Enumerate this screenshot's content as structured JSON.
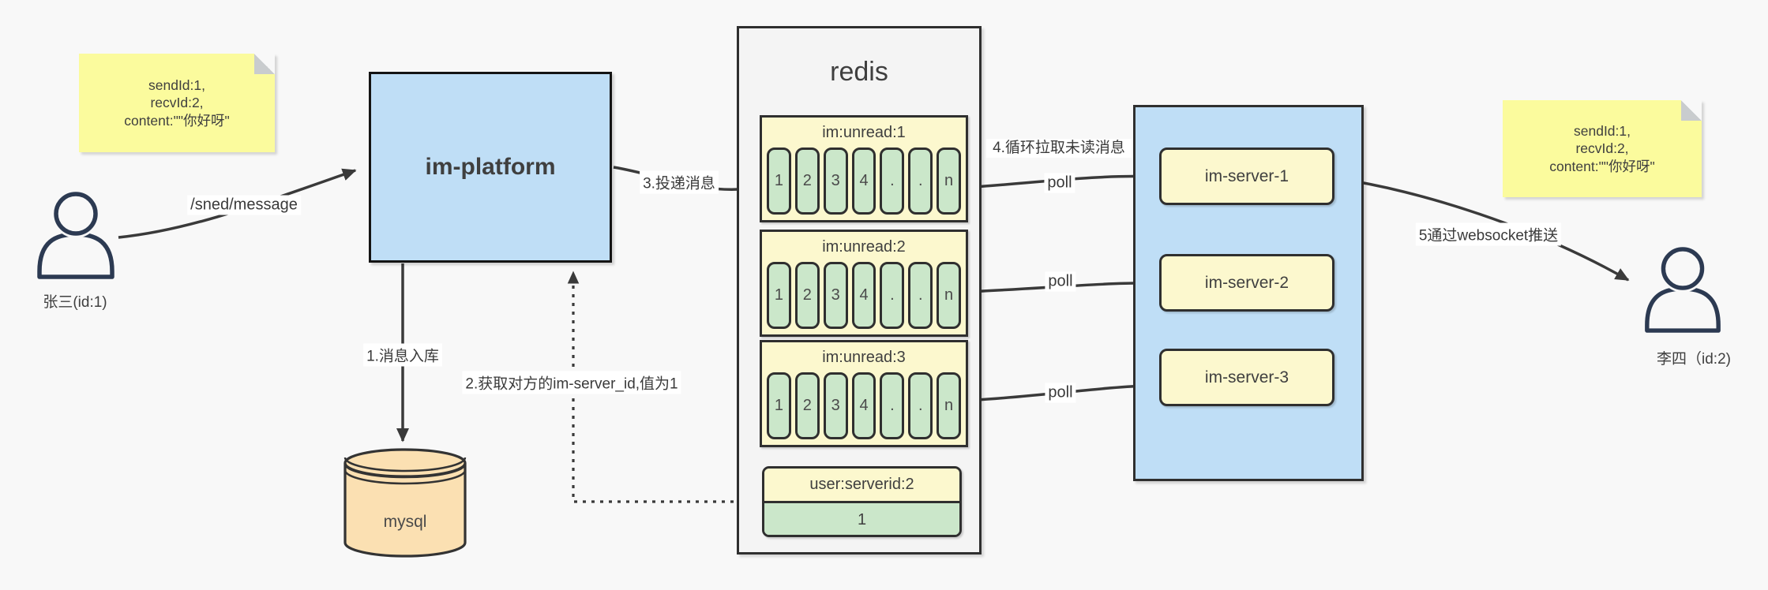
{
  "colors": {
    "canvas_bg": "#F8F8F8",
    "node_blue": "#BFDEF6",
    "note_yellow": "#FBFB9D",
    "key_yellow": "#FCF8CE",
    "value_green": "#CBE7CA",
    "db_orange": "#FBE0B2",
    "container_gray": "#F4F4F4",
    "line_dark": "#3A3A3A"
  },
  "note_left": {
    "lines": [
      "sendId:1,",
      "recvId:2,",
      "content:\"\"你好呀\""
    ]
  },
  "note_right": {
    "lines": [
      "sendId:1,",
      "recvId:2,",
      "content:\"\"你好呀\""
    ]
  },
  "actor_left": {
    "label": "张三(id:1)"
  },
  "actor_right": {
    "label": "李四（id:2)"
  },
  "platform": {
    "label": "im-platform"
  },
  "mysql": {
    "label": "mysql"
  },
  "redis": {
    "title": "redis",
    "queues": [
      {
        "header": "im:unread:1",
        "cells": [
          "1",
          "2",
          "3",
          "4",
          ".",
          ".",
          "n"
        ]
      },
      {
        "header": "im:unread:2",
        "cells": [
          "1",
          "2",
          "3",
          "4",
          ".",
          ".",
          "n"
        ]
      },
      {
        "header": "im:unread:3",
        "cells": [
          "1",
          "2",
          "3",
          "4",
          ".",
          ".",
          "n"
        ]
      }
    ],
    "kv": {
      "key": "user:serverid:2",
      "value": "1"
    }
  },
  "server_cluster": {
    "servers": [
      {
        "label": "im-server-1"
      },
      {
        "label": "im-server-2"
      },
      {
        "label": "im-server-3"
      }
    ]
  },
  "flow": {
    "send_endpoint": "/sned/message",
    "step1": "1.消息入库",
    "step2": "2.获取对方的im-server_id,值为1",
    "step3": "3.投递消息",
    "step4": "4.循环拉取未读消息",
    "step5": "5通过websocket推送",
    "poll": [
      "poll",
      "poll",
      "poll"
    ]
  }
}
